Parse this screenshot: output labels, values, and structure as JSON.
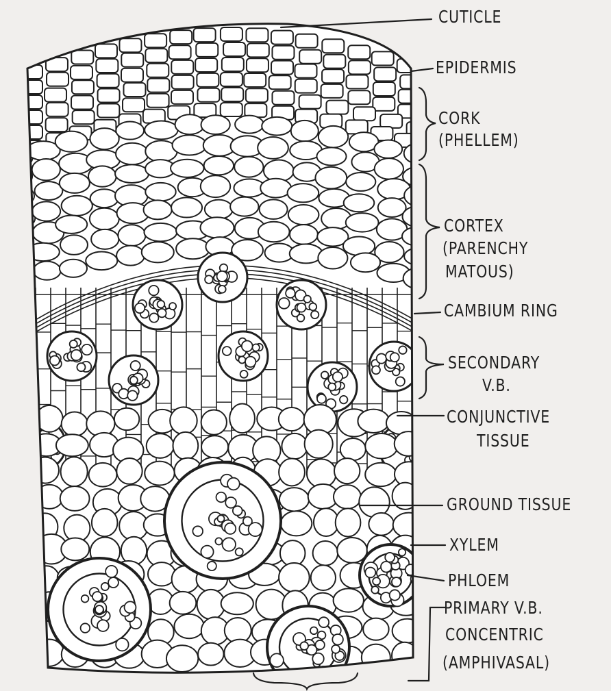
{
  "labels": {
    "cuticle": "CUTICLE",
    "epidermis": "EPIDERMIS",
    "cork": [
      "CORK",
      "(PHELLEM)"
    ],
    "cortex": [
      "CORTEX",
      "(PARENCHY",
      "MATOUS)"
    ],
    "cambium": "CAMBIUM RING",
    "secondary_vb": [
      "SECONDARY",
      "V.B."
    ],
    "conjunctive": [
      "CONJUNCTIVE",
      "TISSUE"
    ],
    "ground": "GROUND TISSUE",
    "xylem": "XYLEM",
    "phloem": "PHLOEM",
    "primary_vb": [
      "PRIMARY V.B.",
      "CONCENTRIC",
      "(AMPHIVASAL)"
    ]
  },
  "colors": {
    "background": "#f1efed",
    "ink": "#1f1f1f",
    "cell_fill": "#ffffff"
  }
}
